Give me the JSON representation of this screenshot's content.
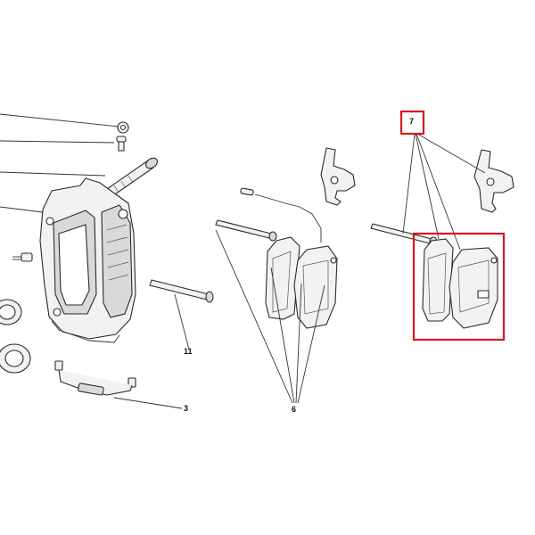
{
  "callouts": {
    "c3": "3",
    "c6": "6",
    "c7": "7",
    "c11": "11"
  },
  "colors": {
    "highlight": "#d6191f",
    "line": "#333333",
    "part_fill": "#f2f2f2"
  }
}
